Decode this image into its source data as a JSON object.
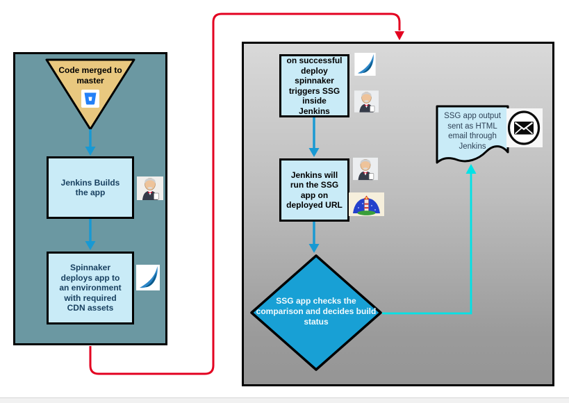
{
  "diagram": {
    "title": "CI/CD visual regression flow",
    "colors": {
      "left_panel_bg": "#6b98a2",
      "right_panel_gradient_top": "#d9d9d9",
      "right_panel_gradient_bottom": "#959595",
      "process_box_fill": "#c9ebf7",
      "trigger_triangle_fill": "#e9c87f",
      "decision_fill": "#18a0d5",
      "flow_arrow_blue": "#1899d3",
      "loop_arrow_red": "#e30020",
      "result_arrow_cyan": "#00e2e6",
      "navy_text": "#173f5f"
    },
    "left_panel": {
      "trigger": {
        "label": "Code merged to\nmaster",
        "icon": "bitbucket-icon"
      },
      "step_build": {
        "label": "Jenkins Builds\nthe app",
        "icon": "jenkins-icon"
      },
      "step_deploy": {
        "label": "Spinnaker\ndeploys app to\nan environment\nwith required\nCDN assets",
        "icon": "spinnaker-icon"
      }
    },
    "right_panel": {
      "step_trigger_ssg": {
        "label": "on successful\ndeploy\nspinnaker\ntriggers SSG\ninside\nJenkins",
        "icons": [
          "spinnaker-icon",
          "jenkins-icon"
        ]
      },
      "step_run_ssg": {
        "label": "Jenkins will\nrun the SSG\napp on\ndeployed URL",
        "icons": [
          "jenkins-icon",
          "lighthouse-icon"
        ]
      },
      "decision": {
        "label": "SSG app checks the\ncomparison and decides build\nstatus"
      },
      "output_document": {
        "label": "SSG app output\nsent as HTML\nemail through\nJenkins",
        "icon": "email-icon"
      }
    }
  }
}
